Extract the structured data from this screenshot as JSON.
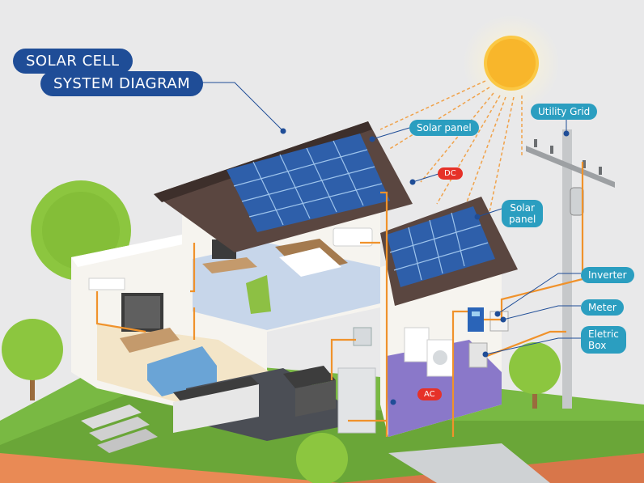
{
  "title": {
    "line1": "SOLAR CELL",
    "line2": "SYSTEM DIAGRAM"
  },
  "labels": {
    "solar_panel_1": "Solar panel",
    "dc": "DC",
    "solar_panel_2_line1": "Solar",
    "solar_panel_2_line2": "panel",
    "utility_grid": "Utility Grid",
    "inverter": "Inverter",
    "meter": "Meter",
    "electric_box_line1": "Eletric",
    "electric_box_line2": "Box",
    "ac": "AC"
  },
  "colors": {
    "background": "#e9e9ea",
    "title_pill": "#1f4d97",
    "label_pill": "#2b9ec0",
    "red_pill": "#e63128",
    "wire": "#f0922b",
    "roof": "#5a4640",
    "solar_panel": "#2e5faa",
    "grass": "#79b943",
    "sun": "#f8b62b"
  }
}
